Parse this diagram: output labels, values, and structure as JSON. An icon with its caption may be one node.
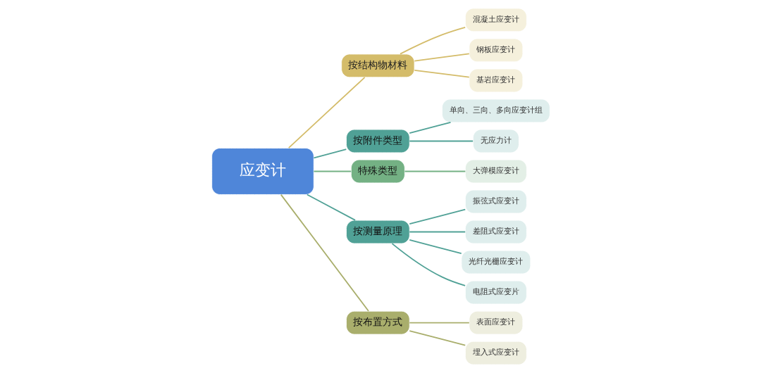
{
  "diagram": {
    "nodes": [
      {
        "text": [
          "应变计"
        ]
      },
      {
        "text": [
          "按结构物材料"
        ]
      },
      {
        "text": [
          "混凝土应变计"
        ]
      },
      {
        "text": [
          "钢板应变计"
        ]
      },
      {
        "text": [
          "基岩应变计"
        ]
      },
      {
        "text": [
          "按附件类型"
        ]
      },
      {
        "text": [
          "单向、三向、多向应变计组"
        ]
      },
      {
        "text": [
          "无应力计"
        ]
      },
      {
        "text": [
          "特殊类型"
        ]
      },
      {
        "text": [
          "大弹模应变计"
        ]
      },
      {
        "text": [
          "按测量原理"
        ]
      },
      {
        "text": [
          "振弦式应变计"
        ]
      },
      {
        "text": [
          "差阻式应变计"
        ]
      },
      {
        "text": [
          "光纤光栅应变计"
        ]
      },
      {
        "text": [
          "电阻式应变片"
        ]
      },
      {
        "text": [
          "按布置方式"
        ]
      },
      {
        "text": [
          "表面应变计"
        ]
      },
      {
        "text": [
          "埋入式应变计"
        ]
      }
    ],
    "edges": [
      {
        "from": 0,
        "to": 1,
        "arrow": "none",
        "color": "#d4bc6a"
      },
      {
        "from": 1,
        "to": 2,
        "arrow": "none",
        "color": "#d4bc6a"
      },
      {
        "from": 1,
        "to": 3,
        "arrow": "none",
        "color": "#d4bc6a"
      },
      {
        "from": 1,
        "to": 4,
        "arrow": "none",
        "color": "#d4bc6a"
      },
      {
        "from": 0,
        "to": 5,
        "arrow": "none"
      },
      {
        "from": 5,
        "to": 6,
        "arrow": "none"
      },
      {
        "from": 5,
        "to": 7,
        "arrow": "none"
      },
      {
        "from": 0,
        "to": 8,
        "arrow": "none",
        "color": "#74b184"
      },
      {
        "from": 8,
        "to": 9,
        "arrow": "none",
        "color": "#74b184"
      },
      {
        "from": 0,
        "to": 10,
        "arrow": "none"
      },
      {
        "from": 10,
        "to": 11,
        "arrow": "none"
      },
      {
        "from": 10,
        "to": 12,
        "arrow": "none"
      },
      {
        "from": 10,
        "to": 13,
        "arrow": "none"
      },
      {
        "from": 10,
        "to": 14,
        "arrow": "none"
      },
      {
        "from": 0,
        "to": 15,
        "arrow": "none",
        "color": "#a9ae6c"
      },
      {
        "from": 15,
        "to": 16,
        "arrow": "none",
        "color": "#a9ae6c"
      },
      {
        "from": 15,
        "to": 17,
        "arrow": "none",
        "color": "#a9ae6c"
      }
    ]
  }
}
